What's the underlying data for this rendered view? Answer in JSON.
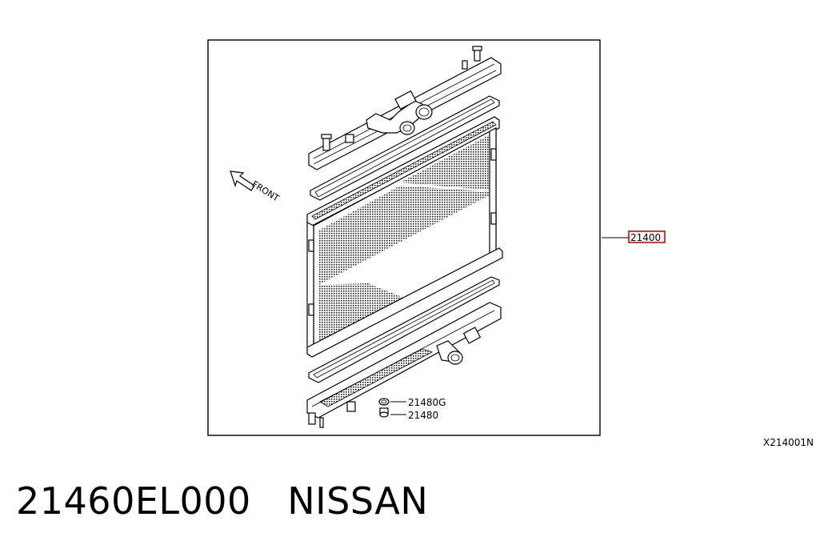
{
  "diagram": {
    "front_label": "FRONT",
    "callouts": {
      "radiator_assy": "21400",
      "drain_packing": "21480G",
      "drain_plug": "21480"
    },
    "figure_code": "X214001N",
    "highlight_color": "#e00000"
  },
  "caption": {
    "part_number": "21460EL000",
    "brand": "NISSAN"
  }
}
